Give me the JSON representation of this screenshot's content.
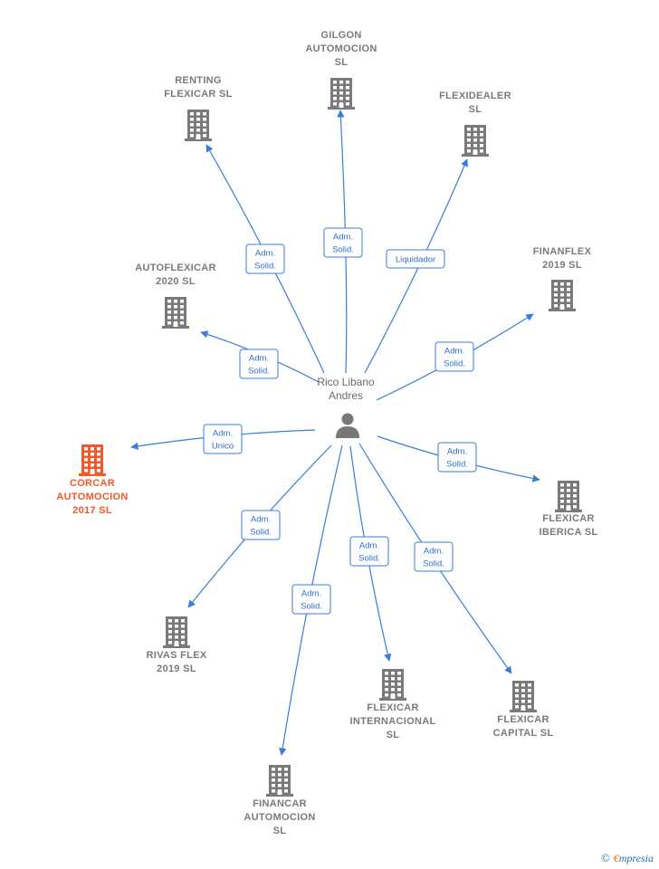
{
  "center": {
    "name": [
      "Rico Libano",
      "Andres"
    ],
    "icon": "person-icon"
  },
  "companies": [
    {
      "id": "gilgon",
      "lines": [
        "GILGON",
        "AUTOMOCION",
        "SL"
      ],
      "highlight": false
    },
    {
      "id": "renting",
      "lines": [
        "RENTING",
        "FLEXICAR  SL"
      ],
      "highlight": false
    },
    {
      "id": "flexidealer",
      "lines": [
        "FLEXIDEALER",
        "SL"
      ],
      "highlight": false
    },
    {
      "id": "autoflexicar",
      "lines": [
        "AUTOFLEXICAR",
        "2020  SL"
      ],
      "highlight": false
    },
    {
      "id": "finanflex",
      "lines": [
        "FINANFLEX",
        "2019  SL"
      ],
      "highlight": false
    },
    {
      "id": "corcar",
      "lines": [
        "CORCAR",
        "AUTOMOCION",
        "2017  SL"
      ],
      "highlight": true
    },
    {
      "id": "flexicar-iberica",
      "lines": [
        "FLEXICAR",
        "IBERICA  SL"
      ],
      "highlight": false
    },
    {
      "id": "rivas",
      "lines": [
        "RIVAS FLEX",
        "2019  SL"
      ],
      "highlight": false
    },
    {
      "id": "flexicar-internacional",
      "lines": [
        "FLEXICAR",
        "INTERNACIONAL",
        "SL"
      ],
      "highlight": false
    },
    {
      "id": "flexicar-capital",
      "lines": [
        "FLEXICAR",
        "CAPITAL  SL"
      ],
      "highlight": false
    },
    {
      "id": "financar",
      "lines": [
        "FINANCAR",
        "AUTOMOCION",
        "SL"
      ],
      "highlight": false
    }
  ],
  "edges": [
    {
      "to": "gilgon",
      "label": [
        "Adm.",
        "Solid."
      ]
    },
    {
      "to": "renting",
      "label": [
        "Adm.",
        "Solid."
      ]
    },
    {
      "to": "flexidealer",
      "label": [
        "Liquidador"
      ]
    },
    {
      "to": "autoflexicar",
      "label": [
        "Adm.",
        "Solid."
      ]
    },
    {
      "to": "finanflex",
      "label": [
        "Adm.",
        "Solid."
      ]
    },
    {
      "to": "corcar",
      "label": [
        "Adm.",
        "Unico"
      ]
    },
    {
      "to": "flexicar-iberica",
      "label": [
        "Adm.",
        "Solid."
      ]
    },
    {
      "to": "rivas",
      "label": [
        "Adm.",
        "Solid."
      ]
    },
    {
      "to": "flexicar-internacional",
      "label": [
        "Adm.",
        "Solid."
      ]
    },
    {
      "to": "flexicar-capital",
      "label": [
        "Adm.",
        "Solid."
      ]
    },
    {
      "to": "financar",
      "label": [
        "Adm.",
        "Solid."
      ]
    }
  ],
  "colors": {
    "edge": "#3b7dd8",
    "building": "#7a7a7a",
    "highlight": "#f0592a"
  },
  "brand": {
    "copyright": "©",
    "first": "€",
    "rest": "mpresia"
  }
}
